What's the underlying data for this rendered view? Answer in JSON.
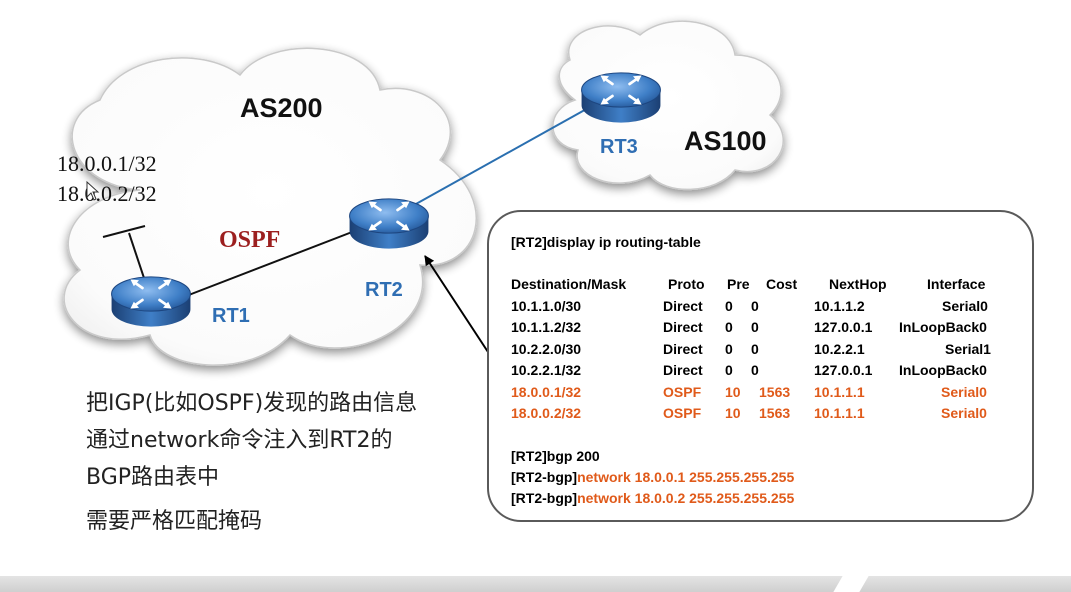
{
  "topology": {
    "as_left": "AS200",
    "as_right": "AS100",
    "link_protocol": "OSPF",
    "routers": [
      {
        "id": "rt1",
        "label": "RT1"
      },
      {
        "id": "rt2",
        "label": "RT2"
      },
      {
        "id": "rt3",
        "label": "RT3"
      }
    ],
    "prefixes": [
      "18.0.0.1/32",
      "18.0.0.2/32"
    ],
    "colors": {
      "router_blue": "#2f6eb3",
      "link_blue": "#2a6fb0",
      "ospf_red": "#9c1f1f",
      "highlight_orange": "#e05a1a"
    }
  },
  "notes": [
    "把IGP(比如OSPF)发现的路由信息",
    "通过network命令注入到RT2的",
    "BGP路由表中",
    "需要严格匹配掩码"
  ],
  "cli": {
    "display_cmd": "[RT2]display ip routing-table",
    "headers": {
      "destination_mask": "Destination/Mask",
      "proto": "Proto",
      "pre": "Pre",
      "cost": "Cost",
      "nexthop": "NextHop",
      "interface": "Interface"
    },
    "routes": [
      {
        "dest": "10.1.1.0/30",
        "proto": "Direct",
        "pre": "0",
        "cost": "0",
        "nexthop": "10.1.1.2",
        "iface": "Serial0",
        "highlight": false
      },
      {
        "dest": "10.1.1.2/32",
        "proto": "Direct",
        "pre": "0",
        "cost": "0",
        "nexthop": "127.0.0.1",
        "iface": "InLoopBack0",
        "highlight": false
      },
      {
        "dest": "10.2.2.0/30",
        "proto": "Direct",
        "pre": "0",
        "cost": "0",
        "nexthop": "10.2.2.1",
        "iface": "Serial1",
        "highlight": false
      },
      {
        "dest": "10.2.2.1/32",
        "proto": "Direct",
        "pre": "0",
        "cost": "0",
        "nexthop": "127.0.0.1",
        "iface": "InLoopBack0",
        "highlight": false
      },
      {
        "dest": "18.0.0.1/32",
        "proto": "OSPF",
        "pre": "10",
        "cost": "1563",
        "nexthop": "10.1.1.1",
        "iface": "Serial0",
        "highlight": true
      },
      {
        "dest": "18.0.0.2/32",
        "proto": "OSPF",
        "pre": "10",
        "cost": "1563",
        "nexthop": "10.1.1.1",
        "iface": "Serial0",
        "highlight": true
      }
    ],
    "bgp_cmd": "[RT2]bgp 200",
    "network_cmds": [
      {
        "prompt": "[RT2-bgp]",
        "cmd": "network 18.0.0.1 255.255.255.255"
      },
      {
        "prompt": "[RT2-bgp]",
        "cmd": "network 18.0.0.2 255.255.255.255"
      }
    ]
  }
}
